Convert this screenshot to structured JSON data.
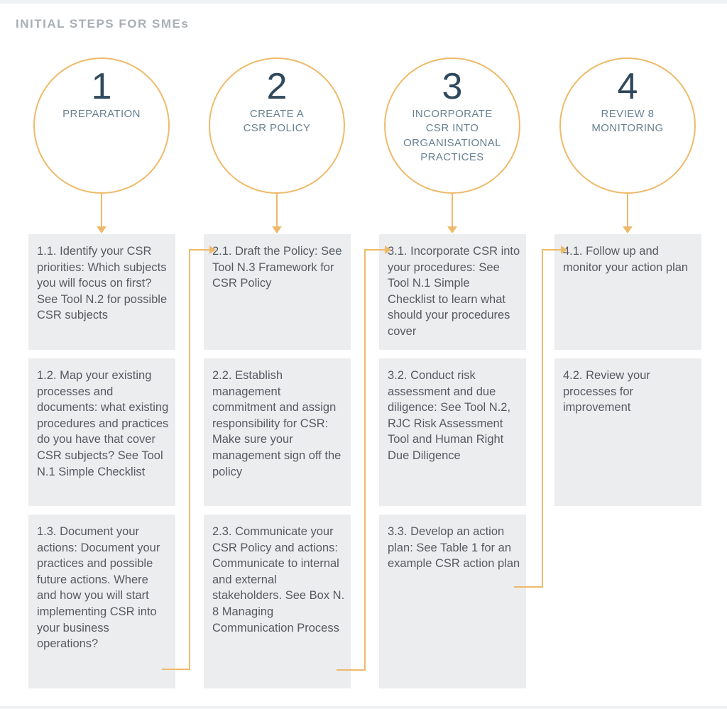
{
  "title": "INITIAL STEPS FOR SMEs",
  "colors": {
    "accent": "#EEBA6A",
    "step_number": "#2F485C",
    "step_label": "#688192",
    "box_bg": "#ECEDEF",
    "box_text": "#555A61",
    "title": "#A9AEB6",
    "edge": "#F0F1F3"
  },
  "steps": [
    {
      "number": "1",
      "label": "PREPARATION",
      "boxes": [
        "1.1. Identify your CSR priorities: Which subjects you will focus on first? See Tool N.2 for possible CSR subjects",
        "1.2. Map your existing processes and documents: what existing procedures and practices do you have that cover CSR subjects? See Tool N.1 Simple Checklist",
        "1.3. Document your actions: Document your practices and possible future actions. Where and how you will start implementing CSR into your business operations?"
      ]
    },
    {
      "number": "2",
      "label": "CREATE A\nCSR POLICY",
      "boxes": [
        "2.1. Draft the Policy: See Tool N.3 Framework for CSR Policy",
        "2.2. Establish management commitment and assign responsibility for CSR:\nMake sure your management sign off the policy",
        "2.3. Communicate your CSR Policy and actions:\nCommunicate to internal and external stakeholders. See Box N. 8 Managing Communication Process"
      ]
    },
    {
      "number": "3",
      "label": "INCORPORATE\nCSR INTO\nORGANISATIONAL\nPRACTICES",
      "boxes": [
        "3.1. Incorporate CSR into your procedures: See Tool N.1 Simple Checklist to learn what should your procedures cover",
        "3.2. Conduct risk assessment and due diligence: See Tool N.2, RJC Risk Assessment Tool and Human Right Due Diligence",
        "3.3. Develop an action plan: See Table 1 for an example CSR action plan"
      ]
    },
    {
      "number": "4",
      "label": "REVIEW 8\nMONITORING",
      "boxes": [
        "4.1. Follow up and monitor your action plan",
        "4.2. Review your processes for improvement"
      ]
    }
  ]
}
